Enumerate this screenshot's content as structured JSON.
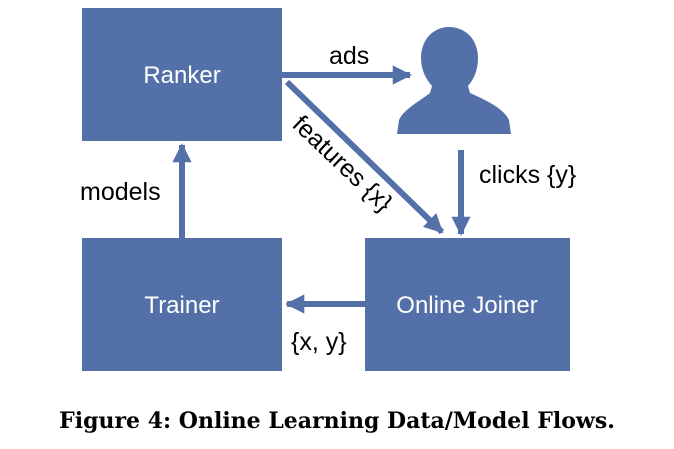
{
  "colors": {
    "box": "#5470A8",
    "arrow": "#5470A8",
    "text": "#000000",
    "background": "#ffffff"
  },
  "nodes": {
    "ranker": "Ranker",
    "trainer": "Trainer",
    "online_joiner": "Online Joiner",
    "user": "user-silhouette-icon"
  },
  "edges": {
    "ads": "ads",
    "features": "features {x}",
    "clicks": "clicks {y}",
    "xy": "{x, y}",
    "models": "models"
  },
  "caption": "Figure 4: Online Learning Data/Model Flows."
}
